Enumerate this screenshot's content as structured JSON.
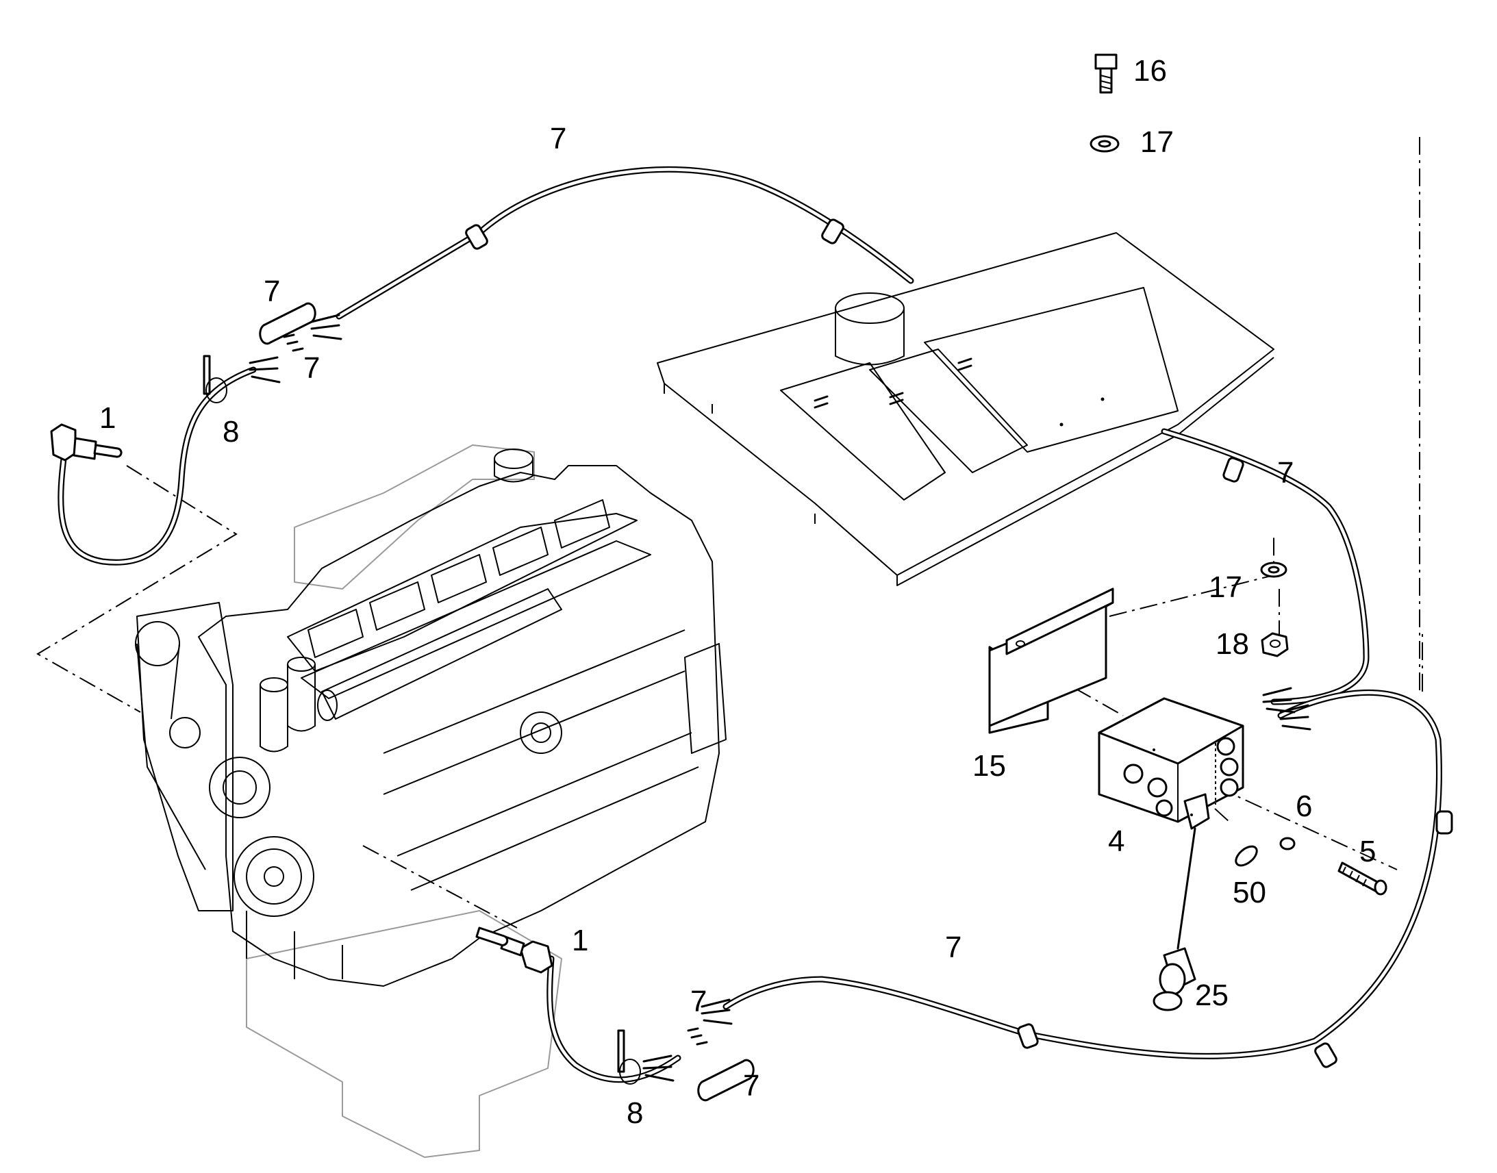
{
  "diagram": {
    "callouts": {
      "sensor_left": "1",
      "sensor_right": "1",
      "box": "4",
      "screw": "5",
      "washer_small": "6",
      "cable_top": "7",
      "sleeve_top": "7",
      "wires_top": "7",
      "cable_right": "7",
      "cable_bottom": "7",
      "wires_bottom": "7",
      "sleeve_bottom": "7",
      "tie_top": "8",
      "tie_bottom": "8",
      "bracket": "15",
      "bolt": "16",
      "washer_top": "17",
      "washer_mid": "17",
      "nut": "18",
      "connector": "25",
      "cap": "50"
    }
  }
}
